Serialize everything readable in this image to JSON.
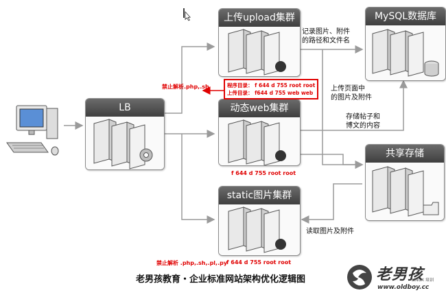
{
  "nodes": {
    "lb": "LB",
    "upload": "上传upload集群",
    "web": "动态web集群",
    "static": "static图片集群",
    "mysql": "MySQL数据库",
    "storage": "共享存储"
  },
  "labels": {
    "record": [
      "记录图片、附件",
      "的路径和文件名"
    ],
    "upload_page": [
      "上传页面中",
      "的图片及附件"
    ],
    "store_posts": [
      "存储帖子和",
      "博文的内容"
    ],
    "read_files": "读取图片及附件"
  },
  "annotations": {
    "forbid_upload": "禁止解析.php,.sh",
    "prog_dir": "程序目录： f 644 d 755 root root",
    "upload_dir": "上传目录： f644 d 755  web web",
    "web_perm": "f 644 d 755 root root",
    "forbid_static": "禁止解析 .php,.sh,.pl,.py",
    "static_perm": "f 644 d 755 root root"
  },
  "caption": "老男孩教育・企业标准网站架构优化逻辑图",
  "logo": {
    "name": "老男孩",
    "sub": "LINUX 培训",
    "url": "www.oldboy.cc"
  },
  "colors": {
    "header_dark": "#4a4a4a",
    "arrow": "#9a9a9a",
    "annotation_red": "#e00000"
  }
}
